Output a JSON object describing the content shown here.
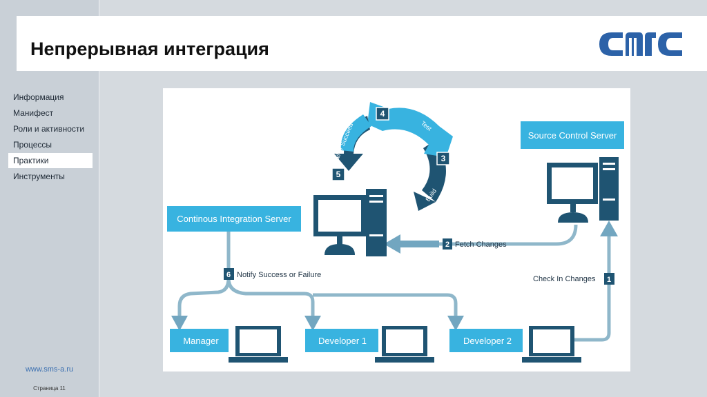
{
  "sidebar": {
    "items": [
      "Информация",
      "Манифест",
      "Роли и активности",
      "Процессы",
      "Практики",
      "Инструменты"
    ],
    "active_index": 4,
    "site_url": "www.sms-a.ru",
    "page_label": "Страница 11"
  },
  "header": {
    "title": "Непрерывная интеграция",
    "logo_text": "СМС"
  },
  "diagram": {
    "nodes": {
      "source_control": "Source Control Server",
      "ci_server": "Continous Integration Server",
      "manager": "Manager",
      "developer1": "Developer 1",
      "developer2": "Developer 2"
    },
    "steps": {
      "s1": {
        "num": "1",
        "label": "Check In Changes"
      },
      "s2": {
        "num": "2",
        "label": "Fetch Changes"
      },
      "s3": {
        "num": "3",
        "label": "Build"
      },
      "s4": {
        "num": "4",
        "label": "Test"
      },
      "s5": {
        "num": "5",
        "label": "Fail or Succeed"
      },
      "s6": {
        "num": "6",
        "label": "Notify Success or Failure"
      }
    }
  },
  "colors": {
    "light_blue": "#38b3e0",
    "navy": "#1f5472",
    "line": "#8fb7ca",
    "arrow_head": "#72a6c0",
    "sidebar_bg": "#c9d0d7",
    "page_bg": "#d5dadf",
    "logo_blue": "#2c62a8"
  }
}
